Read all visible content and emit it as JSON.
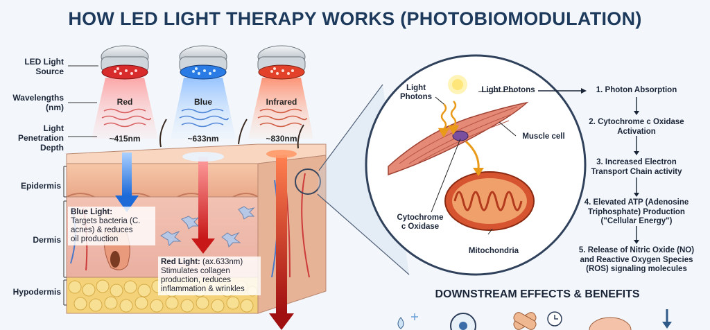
{
  "title": "HOW LED LIGHT THERAPY WORKS (PHOTOBIOMODULATION)",
  "left_labels": {
    "source": [
      "LED Light",
      "Source"
    ],
    "wavelengths": [
      "Wavelengths",
      "(nm)"
    ],
    "penetration": [
      "Light",
      "Penetration",
      "Depth"
    ],
    "epidermis": "Epidermis",
    "dermis": "Dermis",
    "hypodermis": "Hypodermis"
  },
  "lights": [
    {
      "name": "Red",
      "wavelength": "~415nm",
      "color": "#e23b3b"
    },
    {
      "name": "Blue",
      "wavelength": "~633nm",
      "color": "#2f7be0"
    },
    {
      "name": "Infrared",
      "wavelength": "~830nm",
      "color": "#e0502c"
    }
  ],
  "notes": {
    "blue_title": "Blue Light:",
    "blue_text": [
      "Targets bacteria (C.",
      "acnes) & reduces",
      "oil production"
    ],
    "red_title": "Red Light:",
    "red_title_extra": " (ax.633nm)",
    "red_text": [
      "Stimulates collagen",
      "production, reduces",
      "inflammation & wrinkles"
    ]
  },
  "inset": {
    "light_photons_left": [
      "Light",
      "Photons"
    ],
    "light_photons_top": "Light Photons",
    "muscle_cell": "Muscle cell",
    "cytochrome": [
      "Cytochrome",
      "c Oxidase"
    ],
    "mitochondria": "Mitochondria"
  },
  "steps": [
    [
      "1. Photon Absorption"
    ],
    [
      "2. Cytochrome c Oxidase",
      "Activation"
    ],
    [
      "3. Increased Electron",
      "Transport Chain activity"
    ],
    [
      "4. Elevated ATP (Adenosine",
      "Triphosphate) Production",
      "(\"Cellular Energy\")"
    ],
    [
      "5. Release of Nitric Oxide (NO)",
      "and Reactive Oxygen Species",
      "(ROS) signaling molecules"
    ]
  ],
  "downstream_title": "DOWNSTREAM EFFECTS & BENEFITS"
}
